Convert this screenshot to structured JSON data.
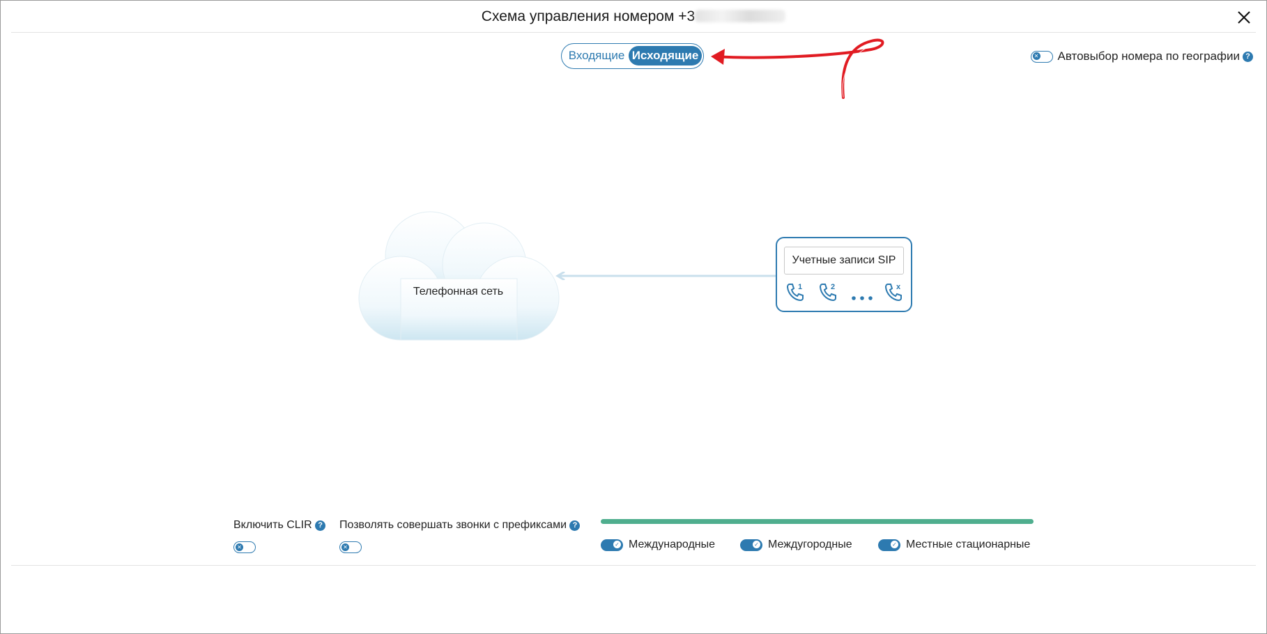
{
  "header": {
    "title_prefix": "Схема управления номером +3"
  },
  "direction_switch": {
    "incoming_label": "Входящие",
    "outgoing_label": "Исходящие",
    "selected": "Исходящие"
  },
  "geo_autoselect": {
    "label": "Автовыбор номера по географии",
    "enabled": false
  },
  "diagram": {
    "network_label": "Телефонная сеть",
    "sip_button_label": "Учетные записи SIP",
    "sip_phones": [
      "1",
      "2",
      "x"
    ],
    "ellipsis": "..."
  },
  "bottom": {
    "clir_label": "Включить CLIR",
    "clir_enabled": false,
    "prefix_label": "Позволять совершать звонки с префиксами",
    "prefix_enabled": false,
    "call_types": [
      {
        "label": "Международные",
        "enabled": true
      },
      {
        "label": "Междугородные",
        "enabled": true
      },
      {
        "label": "Местные стационарные",
        "enabled": true
      }
    ]
  },
  "colors": {
    "accent": "#2d7ab0",
    "bar": "#4fae8e",
    "annotation": "#e11b22"
  }
}
